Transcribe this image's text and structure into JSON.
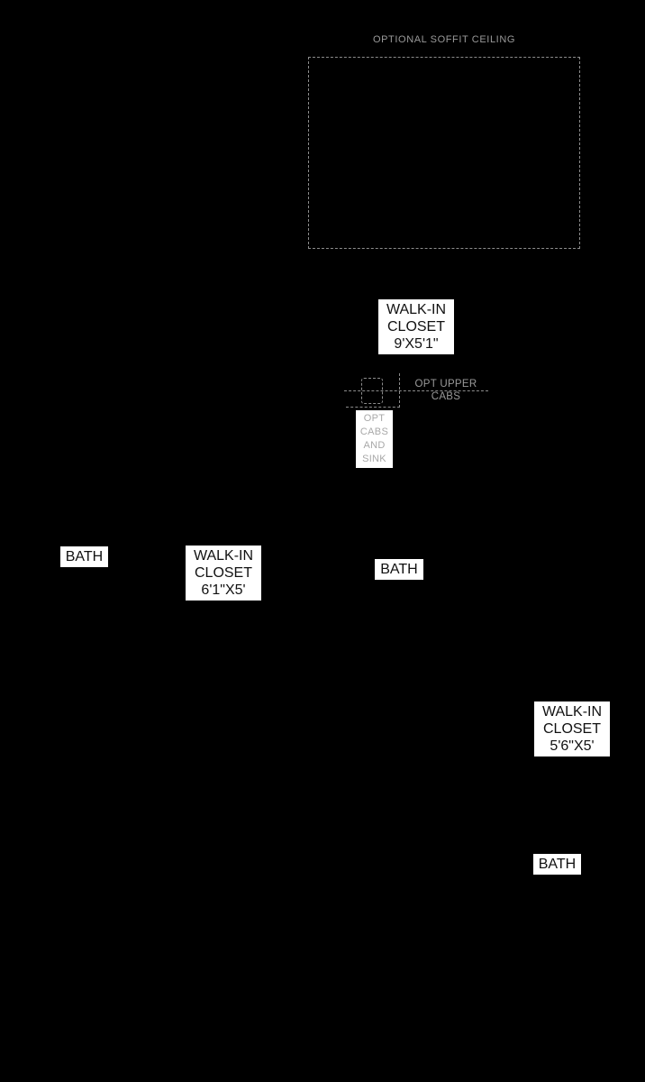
{
  "soffit": {
    "caption": "OPTIONAL SOFFIT CEILING"
  },
  "rooms": {
    "walk_in_closet_master": {
      "line1": "WALK-IN",
      "line2": "CLOSET",
      "line3": "9'X5'1\""
    },
    "walk_in_closet_2": {
      "line1": "WALK-IN",
      "line2": "CLOSET",
      "line3": "6'1\"X5'"
    },
    "walk_in_closet_3": {
      "line1": "WALK-IN",
      "line2": "CLOSET",
      "line3": "5'6\"X5'"
    },
    "bath_left": "BATH",
    "bath_center": "BATH",
    "bath_right": "BATH"
  },
  "notes": {
    "opt_upper_cabs": {
      "line1": "OPT UPPER",
      "line2": "CABS"
    },
    "opt_cabs_sink": {
      "line1": "OPT",
      "line2": "CABS",
      "line3": "AND",
      "line4": "SINK"
    }
  }
}
